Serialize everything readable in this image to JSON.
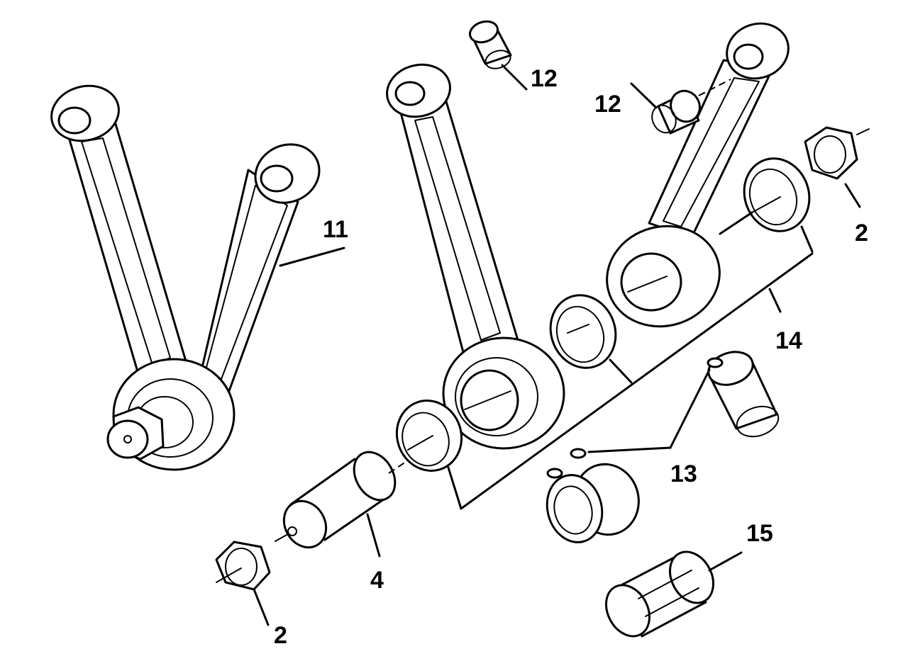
{
  "callouts": {
    "c11": "11",
    "c12a": "12",
    "c12b": "12",
    "c2a": "2",
    "c14": "14",
    "c13": "13",
    "c15": "15",
    "c4": "4",
    "c2b": "2"
  },
  "colors": {
    "ink": "#000000",
    "paper": "#ffffff"
  }
}
